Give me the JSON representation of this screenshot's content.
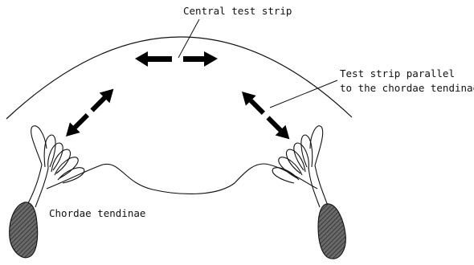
{
  "labels": {
    "central_strip": "Central test strip",
    "parallel_strip_line1": "Test strip parallel",
    "parallel_strip_line2": "to the chordae tendinae",
    "chordae": "Chordae tendinae"
  },
  "colors": {
    "line": "#111111",
    "arrow": "#000000",
    "muscle_fill": "#5a5a5a",
    "background": "#ffffff"
  }
}
